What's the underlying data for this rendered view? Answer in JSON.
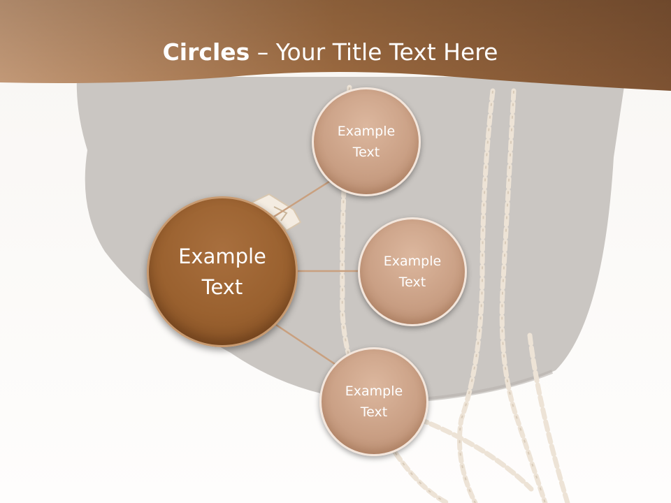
{
  "title": {
    "bold": "Circles",
    "rest": " – Your Title Text Here"
  },
  "center_circle": {
    "label": "Example\nText"
  },
  "satellites": [
    {
      "label": "Example\nText"
    },
    {
      "label": "Example\nText"
    },
    {
      "label": "Example\nText"
    }
  ],
  "colors": {
    "header_band": "#9c6a40",
    "center_circle": "#9a612f",
    "satellite_circle": "#caa085",
    "connector": "#c9a07f",
    "background": "#fbf9f6"
  }
}
